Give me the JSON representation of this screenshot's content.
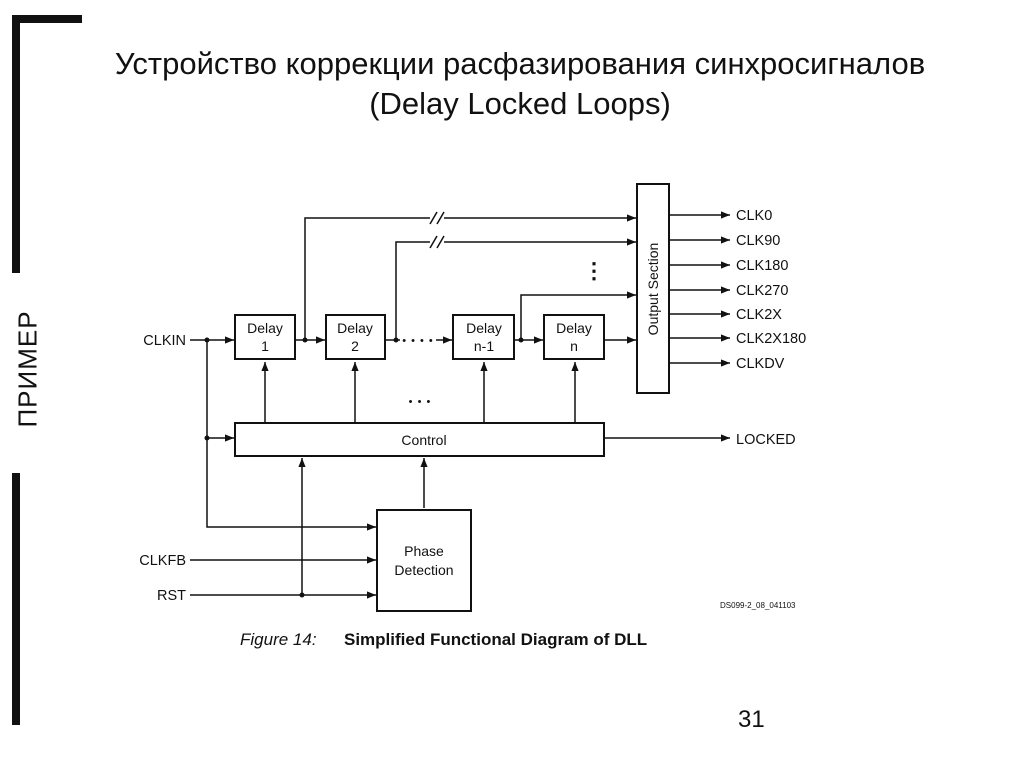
{
  "slide": {
    "title_line1": "Устройство коррекции расфазирования синхросигналов",
    "title_line2": "(Delay Locked Loops)",
    "side_label": "ПРИМЕР",
    "page_number": "31"
  },
  "diagram": {
    "inputs": {
      "clkin": "CLKIN",
      "clkfb": "CLKFB",
      "rst": "RST"
    },
    "blocks": {
      "delay1_line1": "Delay",
      "delay1_line2": "1",
      "delay2_line1": "Delay",
      "delay2_line2": "2",
      "delayn1_line1": "Delay",
      "delayn1_line2": "n-1",
      "delayn_line1": "Delay",
      "delayn_line2": "n",
      "control": "Control",
      "phase_line1": "Phase",
      "phase_line2": "Detection",
      "output_section": "Output Section"
    },
    "outputs": [
      "CLK0",
      "CLK90",
      "CLK180",
      "CLK270",
      "CLK2X",
      "CLK2X180",
      "CLKDV"
    ],
    "locked": "LOCKED",
    "ellipsis_chain": "• • • •",
    "ellipsis_control": "• • •",
    "ellipsis_vertical": "⋮",
    "doc_id": "DS099-2_08_041103",
    "figure_caption_prefix": "Figure 14:",
    "figure_caption_text": "Simplified Functional Diagram of DLL"
  }
}
